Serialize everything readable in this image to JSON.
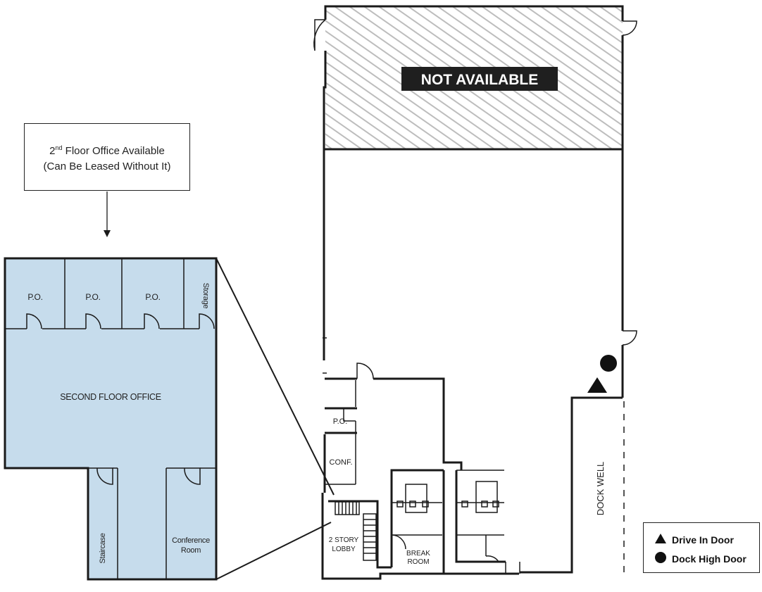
{
  "callout": {
    "line1_prefix": "2",
    "line1_sup": "nd",
    "line1_rest": " Floor Office Available",
    "line2": "(Can Be Leased Without It)"
  },
  "second_floor": {
    "title": "SECOND FLOOR OFFICE",
    "rooms": {
      "po_1": "P.O.",
      "po_2": "P.O.",
      "po_3": "P.O.",
      "storage": "Storage",
      "staircase": "Staircase",
      "conference_line1": "Conference",
      "conference_line2": "Room"
    },
    "fill_color": "#c6dcec"
  },
  "main_floor": {
    "not_available": "NOT AVAILABLE",
    "rooms": {
      "po": "P.O.",
      "conf": "CONF.",
      "lobby_line1": "2 STORY",
      "lobby_line2": "LOBBY",
      "break_line1": "BREAK",
      "break_line2": "ROOM"
    },
    "dock_well": "DOCK WELL"
  },
  "legend": {
    "drive_in": "Drive In Door",
    "dock_high": "Dock High Door"
  }
}
